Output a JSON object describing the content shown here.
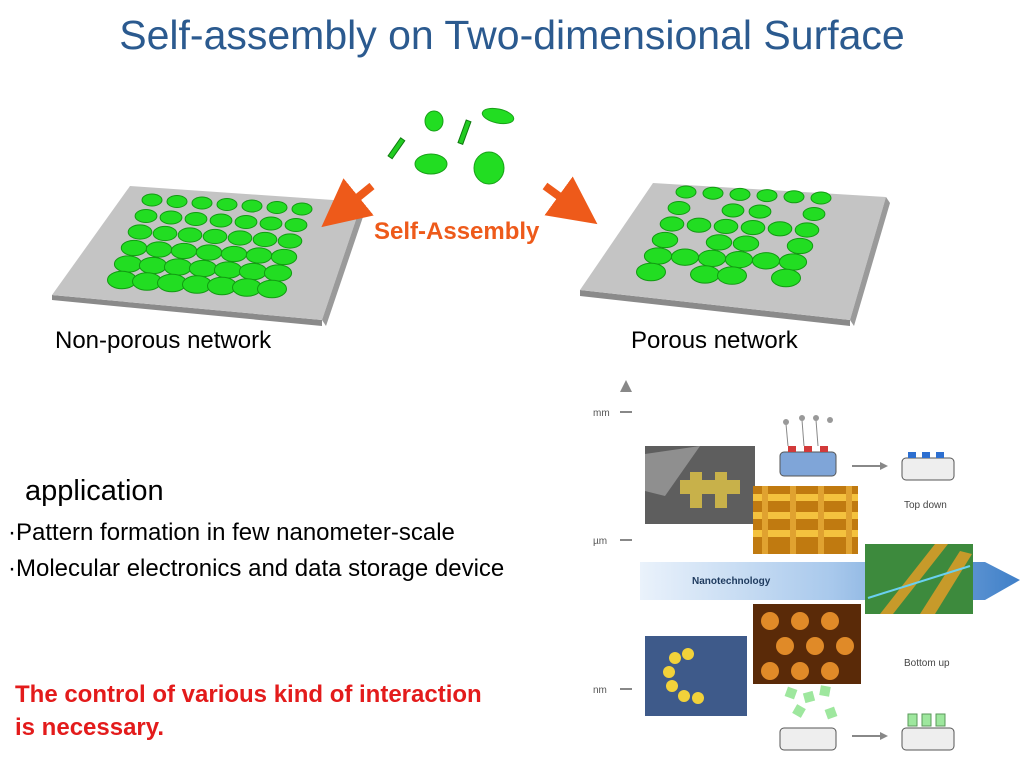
{
  "title": "Self-assembly on Two-dimensional Surface",
  "process_label": "Self-Assembly",
  "networks": {
    "left_caption": "Non-porous network",
    "right_caption": "Porous network"
  },
  "application": {
    "heading": "application",
    "bullets": [
      "Pattern formation in few nanometer-scale",
      "Molecular electronics and data storage device"
    ],
    "bullet_marker": "·"
  },
  "conclusion": {
    "line1": "The control of various kind of interaction",
    "line2": "is necessary."
  },
  "nano_figure": {
    "scale_labels": [
      "mm",
      "µm",
      "nm"
    ],
    "banner_label": "Nanotechnology",
    "top_down_label": "Top down",
    "bottom_up_label": "Bottom up"
  },
  "colors": {
    "title": "#2b5a8f",
    "accent_orange": "#ee5a1a",
    "molecule_green": "#22dd22",
    "conclusion_red": "#e31b1b",
    "banner_blue": "#3f7fc8"
  }
}
